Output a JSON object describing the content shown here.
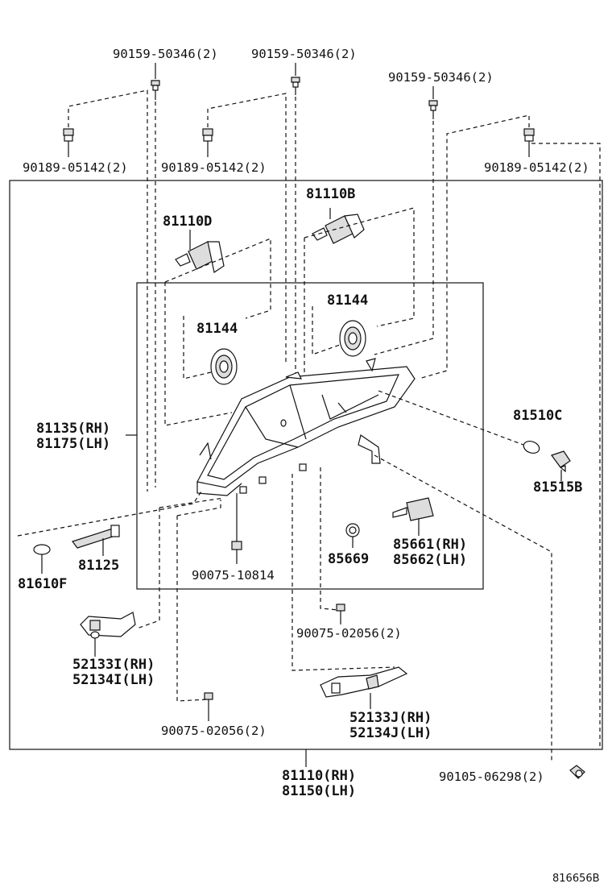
{
  "labels": {
    "bolt_a": "90159-50346(2)",
    "bolt_b": "90159-50346(2)",
    "bolt_c": "90159-50346(2)",
    "nut_a": "90189-05142(2)",
    "nut_b": "90189-05142(2)",
    "nut_c": "90189-05142(2)",
    "bulb_b": "81110B",
    "bulb_d": "81110D",
    "cap_left": "81144",
    "cap_right": "81144",
    "housing_rh": "81135(RH)",
    "housing_lh": "81175(LH)",
    "bulb_c": "81510C",
    "socket_b": "81515B",
    "socket_81125": "81125",
    "bulb_81610f": "81610F",
    "screw_10814": "90075-10814",
    "grommet": "85669",
    "ballast_rh": "85661(RH)",
    "ballast_lh": "85662(LH)",
    "screw_02056_upper": "90075-02056(2)",
    "bracket_i_rh": "52133I(RH)",
    "bracket_i_lh": "52134I(LH)",
    "bracket_j_rh": "52133J(RH)",
    "bracket_j_lh": "52134J(LH)",
    "screw_02056_lower": "90075-02056(2)",
    "assy_rh": "81110(RH)",
    "assy_lh": "81150(LH)",
    "screw_06298": "90105-06298(2)"
  },
  "reference": "816656B"
}
